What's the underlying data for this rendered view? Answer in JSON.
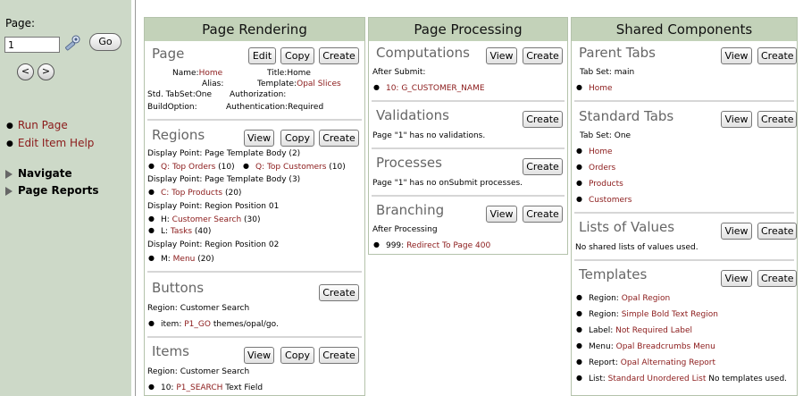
{
  "sidebar": {
    "page_label": "Page:",
    "page_value": "1",
    "go_label": "Go",
    "prev_label": "<",
    "next_label": ">",
    "links": [
      "Run Page",
      "Edit Item Help"
    ],
    "sections": [
      "Navigate",
      "Page Reports"
    ]
  },
  "rendering": {
    "header": "Page Rendering",
    "page": {
      "title": "Page",
      "buttons": [
        "Edit",
        "Copy",
        "Create"
      ],
      "name_label": "Name:",
      "name_value": "Home",
      "title_label": "Title:",
      "title_value": "Home",
      "alias_label": "Alias:",
      "template_label": "Template:",
      "template_value": "Opal Slices",
      "tabset": "Std. TabSet:One",
      "authorization": "Authorization:",
      "buildoption": "BuildOption:",
      "authentication": "Authentication:Required"
    },
    "regions": {
      "title": "Regions",
      "buttons": [
        "View",
        "Copy",
        "Create"
      ],
      "dp1": "Display Point: Page Template Body (2)",
      "r1_prefix": "Q: Top Orders",
      "r1_count": "(10)",
      "r2_prefix": "Q: Top Customers",
      "r2_count": "(10)",
      "dp2": "Display Point: Page Template Body (3)",
      "r3_prefix": "C: Top Products",
      "r3_count": "(20)",
      "dp3": "Display Point: Region Position 01",
      "r4_type": "H:",
      "r4_name": "Customer Search",
      "r4_count": "(30)",
      "r5_type": "L:",
      "r5_name": "Tasks",
      "r5_count": "(40)",
      "dp4": "Display Point: Region Position 02",
      "r6_type": "M:",
      "r6_name": "Menu",
      "r6_count": "(20)"
    },
    "buttons_sec": {
      "title": "Buttons",
      "buttons": [
        "Create"
      ],
      "region": "Region: Customer Search",
      "item_prefix": "item:",
      "item_name": "P1_GO",
      "item_suffix": "themes/opal/go."
    },
    "items": {
      "title": "Items",
      "buttons": [
        "View",
        "Copy",
        "Create"
      ],
      "region": "Region: Customer Search",
      "item_num": "10:",
      "item_name": "P1_SEARCH",
      "item_type": "Text Field"
    }
  },
  "processing": {
    "header": "Page Processing",
    "computations": {
      "title": "Computations",
      "buttons": [
        "View",
        "Create"
      ],
      "after": "After Submit:",
      "item": "10: G_CUSTOMER_NAME"
    },
    "validations": {
      "title": "Validations",
      "buttons": [
        "Create"
      ],
      "text": "Page \"1\" has no validations."
    },
    "processes": {
      "title": "Processes",
      "buttons": [
        "Create"
      ],
      "text": "Page \"1\" has no onSubmit processes."
    },
    "branching": {
      "title": "Branching",
      "buttons": [
        "View",
        "Create"
      ],
      "after": "After Processing",
      "item_num": "999:",
      "item_name": "Redirect To Page  400"
    }
  },
  "shared": {
    "header": "Shared Components",
    "parent_tabs": {
      "title": "Parent Tabs",
      "buttons": [
        "View",
        "Create"
      ],
      "tabset": "Tab Set: main",
      "items": [
        "Home"
      ]
    },
    "standard_tabs": {
      "title": "Standard Tabs",
      "buttons": [
        "View",
        "Create"
      ],
      "tabset": "Tab Set: One",
      "items": [
        "Home",
        "Orders",
        "Products",
        "Customers"
      ]
    },
    "lov": {
      "title": "Lists of Values",
      "buttons": [
        "View",
        "Create"
      ],
      "text": "No shared lists of values used."
    },
    "templates": {
      "title": "Templates",
      "buttons": [
        "View",
        "Create"
      ],
      "rows": [
        {
          "label": "Region:",
          "value": "Opal Region",
          "extra": ""
        },
        {
          "label": "Region:",
          "value": "Simple Bold Text Region",
          "extra": ""
        },
        {
          "label": "Label:",
          "value": "Not Required Label",
          "extra": ""
        },
        {
          "label": "Menu:",
          "value": "Opal Breadcrumbs Menu",
          "extra": ""
        },
        {
          "label": "Report:",
          "value": "Opal Alternating Report",
          "extra": ""
        },
        {
          "label": "List:",
          "value": "Standard Unordered List",
          "extra": "No templates used."
        }
      ]
    }
  },
  "colors": {
    "sidebar_bg": "#cdd9c8",
    "header_bg": "#c3d2b9",
    "link": "#8b1a1a"
  }
}
